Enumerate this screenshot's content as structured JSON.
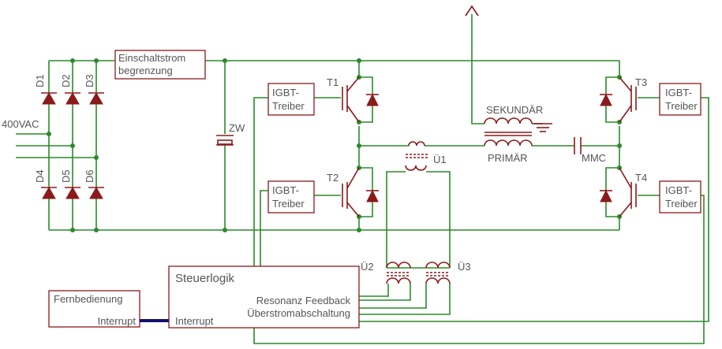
{
  "labels": {
    "d1": "D1",
    "d2": "D2",
    "d3": "D3",
    "d4": "D4",
    "d5": "D5",
    "d6": "D6",
    "input_voltage": "400VAC",
    "inrush_line1": "Einschaltstrom",
    "inrush_line2": "begrenzung",
    "zw": "ZW",
    "t1": "T1",
    "t2": "T2",
    "t3": "T3",
    "t4": "T4",
    "driver_line1": "IGBT-",
    "driver_line2": "Treiber",
    "secondary": "SEKUNDÄR",
    "primary": "PRIMÄR",
    "mmc": "MMC",
    "u1": "Ü1",
    "u2": "Ü2",
    "u3": "Ü3",
    "control_title": "Steuerlogik",
    "resonance_feedback": "Resonanz Feedback",
    "overcurrent": "Überstromabschaltung",
    "interrupt_in": "Interrupt",
    "remote": "Fernbedienung",
    "interrupt_out": "Interrupt"
  },
  "colors": {
    "wire": "#2a8a2a",
    "component": "#8b1a1a",
    "label": "#555555",
    "bus": "#10106e"
  }
}
